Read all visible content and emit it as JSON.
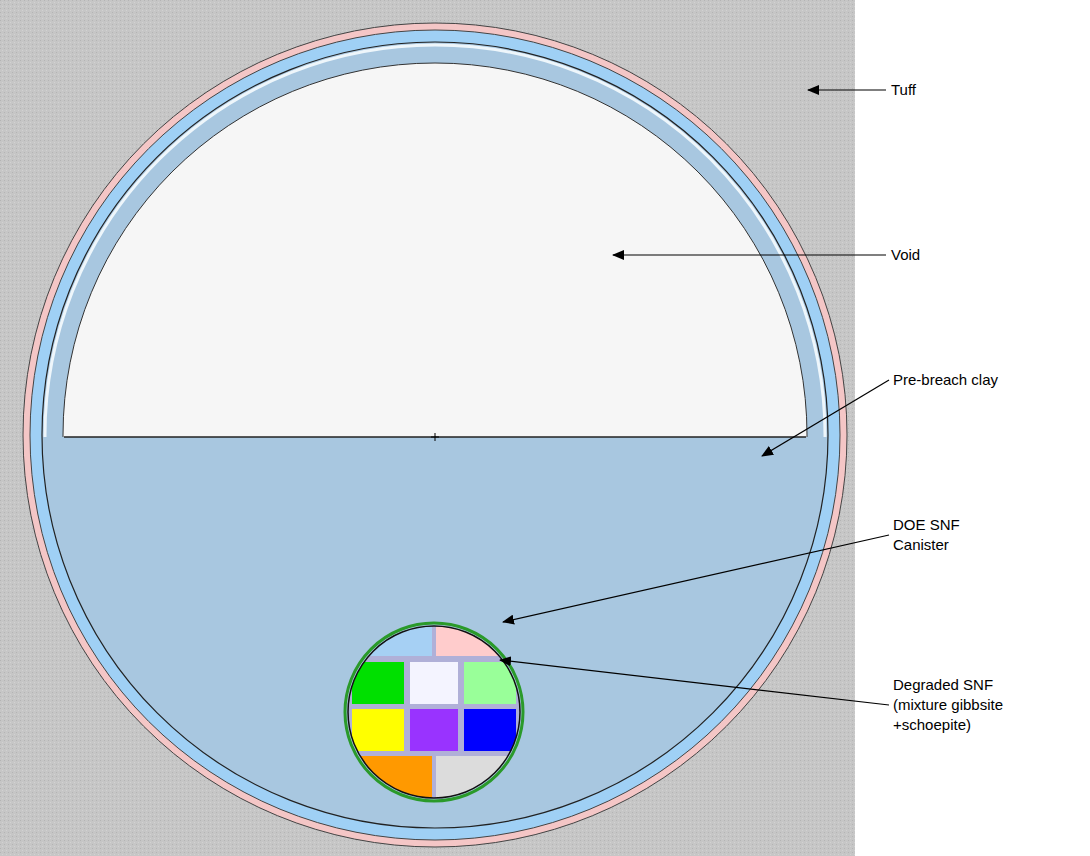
{
  "diagram": {
    "labels": [
      "Tuff",
      "Void",
      "Pre-breach clay",
      "DOE SNF Canister",
      "Degraded SNF (mixture gibbsite +schoepite)"
    ]
  }
}
